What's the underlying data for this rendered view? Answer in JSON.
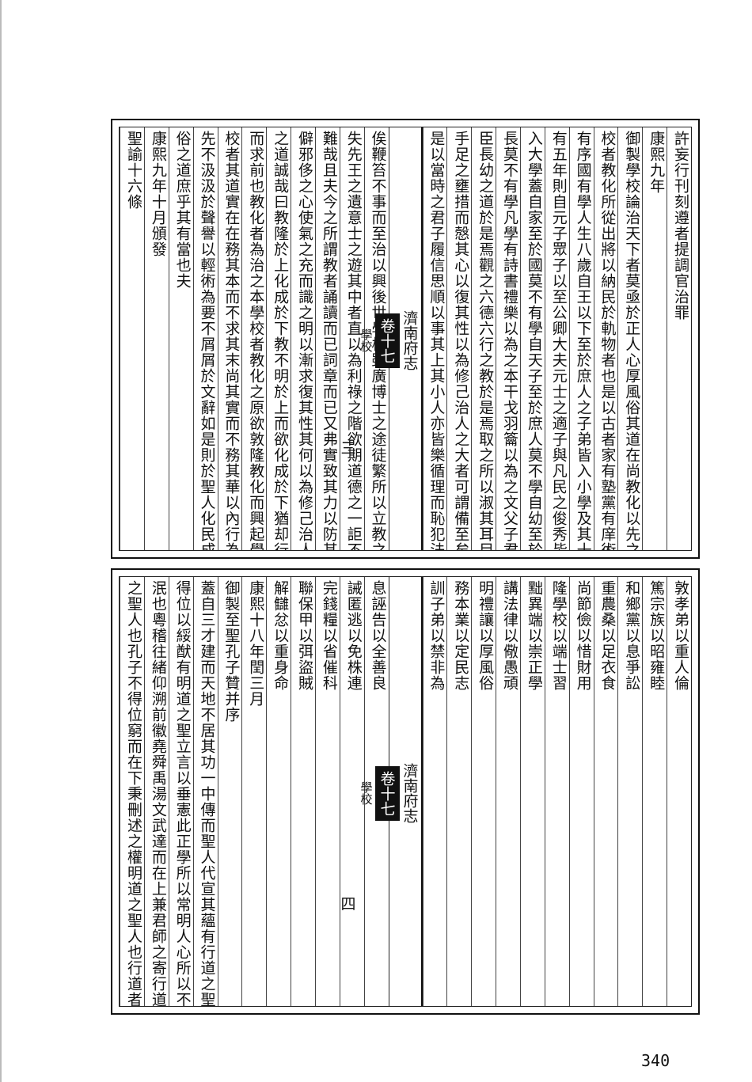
{
  "top_page": {
    "columns": [
      "許妄行刊刻遵者提調官治罪",
      "康熙九年",
      "御製學校論治天下者莫亟於正人心厚風俗其道在尚教化以先之學",
      "校者教化所從出將以納民於軌物者也是以古者家有塾黨有庠術",
      "有序國有學人生八歲自王以下至於庶人之子弟皆入小學及其十",
      "有五年則自元子眾子以至公卿大夫元士之適子與凡民之俊秀皆",
      "入大學蓋自家至於國莫不有學自天子至於庶人莫不學自幼至於",
      "長莫不有學凡學有詩書禮樂以為之本干戈羽籥以為之文父子君",
      "臣長幼之道於是焉觀之六德六行之教於是焉取之所以淑其耳目",
      "手足之壅措而慤其心以復其性以為修己治人之大者可謂備至矣",
      "是以當時之君子履信思順以事其上其小人亦皆樂循理而恥犯法"
    ],
    "center": {
      "title": "濟南府志",
      "juan": "卷十七",
      "section": "學校",
      "page": "三"
    },
    "columns_left": [
      "俟鞭笞不事而至治以興後世學校雖廣博士之途徒繁所以立教之方",
      "失先王之遺意士之遊其中者直以為利祿之階欲期道德之一詎不",
      "難哉且夫今之所謂教者誦讀而已詞章而已又弗實致其力以防其放",
      "僻邪侈之心使氣之充而識之明以漸求復其性其何以為修己治人",
      "之道誠哉曰教隆於上化成於下教不明於上而欲化成於下猶却行",
      "而求前也教化者為治之本學校者教化之原欲敦隆教化而興起學",
      "校者其道實在在務其本而不求其末尚其實而不務其華以內行為",
      "先不汲汲於聲譽以輕術為要不屑屑於文辭如是則於聖人化民成",
      "俗之道庶乎其有當也夫",
      "康熙九年十月頒發",
      "聖諭十六條"
    ]
  },
  "bottom_page": {
    "columns": [
      "敦孝弟以重人倫",
      "篤宗族以昭雍睦",
      "和鄉黨以息爭訟",
      "重農桑以足衣食",
      "尚節儉以惜財用",
      "隆學校以端士習",
      "黜異端以崇正學",
      "講法律以儆愚頑",
      "明禮讓以厚風俗",
      "務本業以定民志",
      "訓子弟以禁非為"
    ],
    "center": {
      "title": "濟南府志",
      "juan": "卷十七",
      "section": "學校",
      "page": "四"
    },
    "columns_left": [
      "息誣告以全善良",
      "誡匿逃以免株連",
      "完錢糧以省催科",
      "聯保甲以弭盜賊",
      "解讎忿以重身命",
      "康熙十八年閏三月",
      "御製至聖孔子贊并序",
      "蓋自三才建而天地不居其功一中傳而聖人代宣其蘊有行道之聖",
      "得位以綏猷有明道之聖立言以垂憲此正學所以常明人心所以不",
      "泯也粵稽往緒仰溯前徽堯舜禹湯文武達而在上兼君師之寄行道",
      "之聖人也孔子不得位窮而在下秉刪述之權明道之聖人也行道者"
    ]
  },
  "page_number": "340"
}
